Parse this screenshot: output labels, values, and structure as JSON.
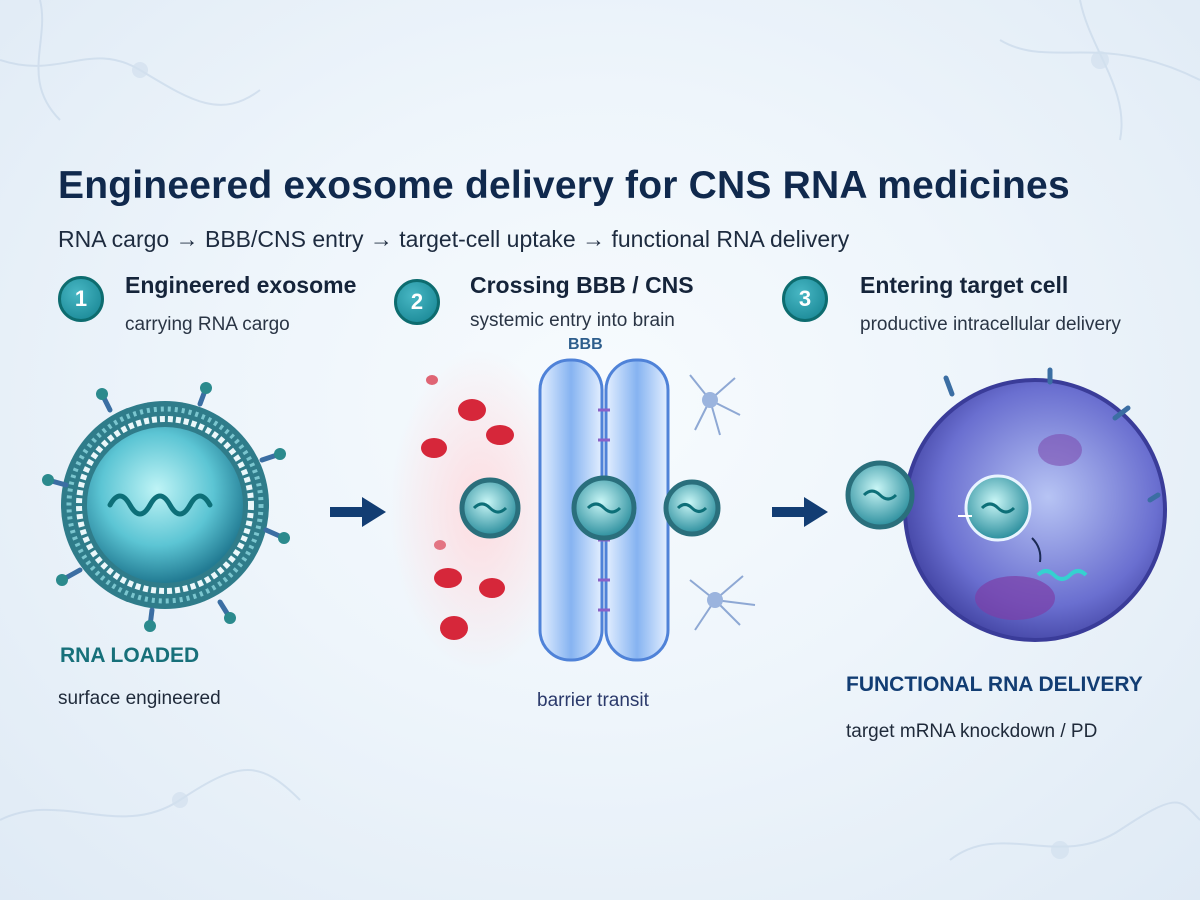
{
  "header": {
    "title": "Engineered exosome delivery for CNS RNA medicines",
    "subtitle": "RNA cargo → BBB/CNS entry → target-cell uptake → functional RNA delivery"
  },
  "steps": [
    {
      "number": "1",
      "title": "Engineered exosome",
      "subtitle": "carrying RNA cargo"
    },
    {
      "number": "2",
      "title": "Crossing BBB / CNS",
      "subtitle": "systemic entry into brain"
    },
    {
      "number": "3",
      "title": "Entering target cell",
      "subtitle": "productive intracellular delivery"
    }
  ],
  "panel1": {
    "label": "RNA LOADED",
    "caption": "surface engineered"
  },
  "panel2": {
    "bbb_label": "BBB",
    "caption": "barrier transit"
  },
  "panel3": {
    "label": "FUNCTIONAL RNA DELIVERY",
    "caption": "target mRNA knockdown / PD"
  },
  "colors": {
    "title": "#10294d",
    "teal_accent": "#17707a",
    "navy_arrow": "#123d73",
    "blood_cell": "#d6273a",
    "barrier": "#5a8ee6",
    "target_cell": "#6a6fd0"
  },
  "icons": [
    "arrow-right-icon",
    "exosome-icon",
    "red-blood-cell-icon",
    "neuron-icon",
    "rna-strand-icon",
    "target-cell-icon"
  ]
}
